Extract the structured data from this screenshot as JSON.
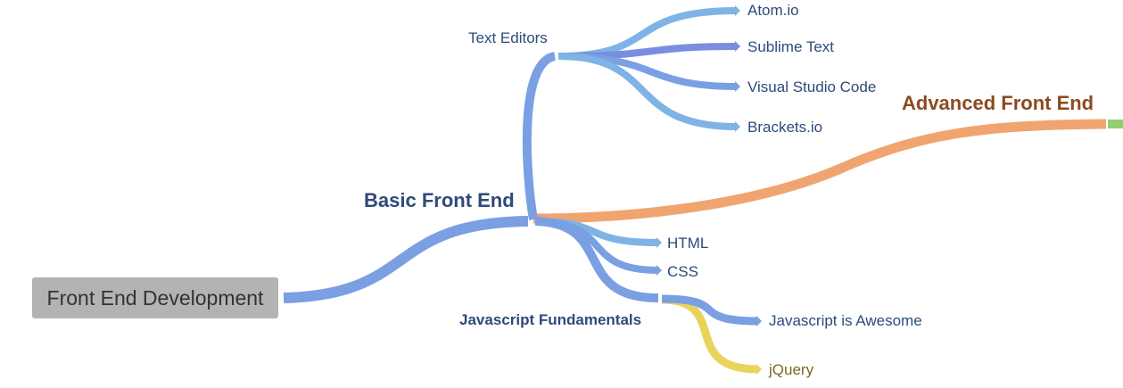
{
  "root": {
    "label": "Front End Development"
  },
  "nodes": {
    "basic": {
      "label": "Basic Front End"
    },
    "advanced": {
      "label": "Advanced Front End"
    },
    "text_editors": {
      "label": "Text Editors"
    },
    "atom": {
      "label": "Atom.io"
    },
    "sublime": {
      "label": "Sublime Text"
    },
    "vscode": {
      "label": "Visual Studio Code"
    },
    "brackets": {
      "label": "Brackets.io"
    },
    "html": {
      "label": "HTML"
    },
    "css": {
      "label": "CSS"
    },
    "js_fundamentals": {
      "label": "Javascript Fundamentals"
    },
    "js_awesome": {
      "label": "Javascript is Awesome"
    },
    "jquery": {
      "label": "jQuery"
    }
  },
  "colors": {
    "root_box": "#b3b3b3",
    "root_text": "#333333",
    "blue_branch": "#7a9fe3",
    "light_blue_branch": "#7eb3e6",
    "purple_branch": "#7b8de0",
    "orange_branch": "#f0a470",
    "yellow_branch": "#e8d45a",
    "green_branch": "#90d070",
    "dark_blue_text": "#2e4a7a",
    "orange_text": "#8b4a1f",
    "olive_text": "#7a6a1a"
  }
}
